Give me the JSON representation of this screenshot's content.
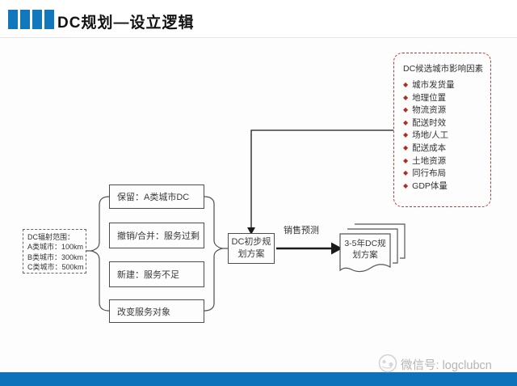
{
  "header": {
    "title": "DC规划—设立逻辑",
    "accent_color": "#1178be"
  },
  "diagram": {
    "coverage_box": {
      "lines": [
        "DC辐射范围：",
        "A类城市：100km",
        "B类城市：300km",
        "C类城市：500km"
      ]
    },
    "action_boxes": [
      {
        "label": "保留：A类城市DC"
      },
      {
        "label": "撤销/合并：服务过剩"
      },
      {
        "label": "新建：服务不足"
      },
      {
        "label": "改变服务对象"
      }
    ],
    "plan_box": {
      "lines": [
        "DC初步规",
        "划方案"
      ]
    },
    "arrow_label": "销售预测",
    "output_doc": {
      "lines": [
        "3-5年DC规",
        "划方案"
      ]
    },
    "factors_box": {
      "title": "DC候选城市影响因素",
      "bullet_glyph": "◆",
      "bullet_color": "#b42b23",
      "border_color": "#c8372d",
      "items": [
        "城市发货量",
        "地理位置",
        "物流资源",
        "配送时效",
        "场地/人工",
        "配送成本",
        "土地资源",
        "同行布局",
        "GDP体量"
      ]
    }
  },
  "footer": {
    "watermark": "微信号: logclubcn",
    "bar_color": "#0d72b9"
  }
}
